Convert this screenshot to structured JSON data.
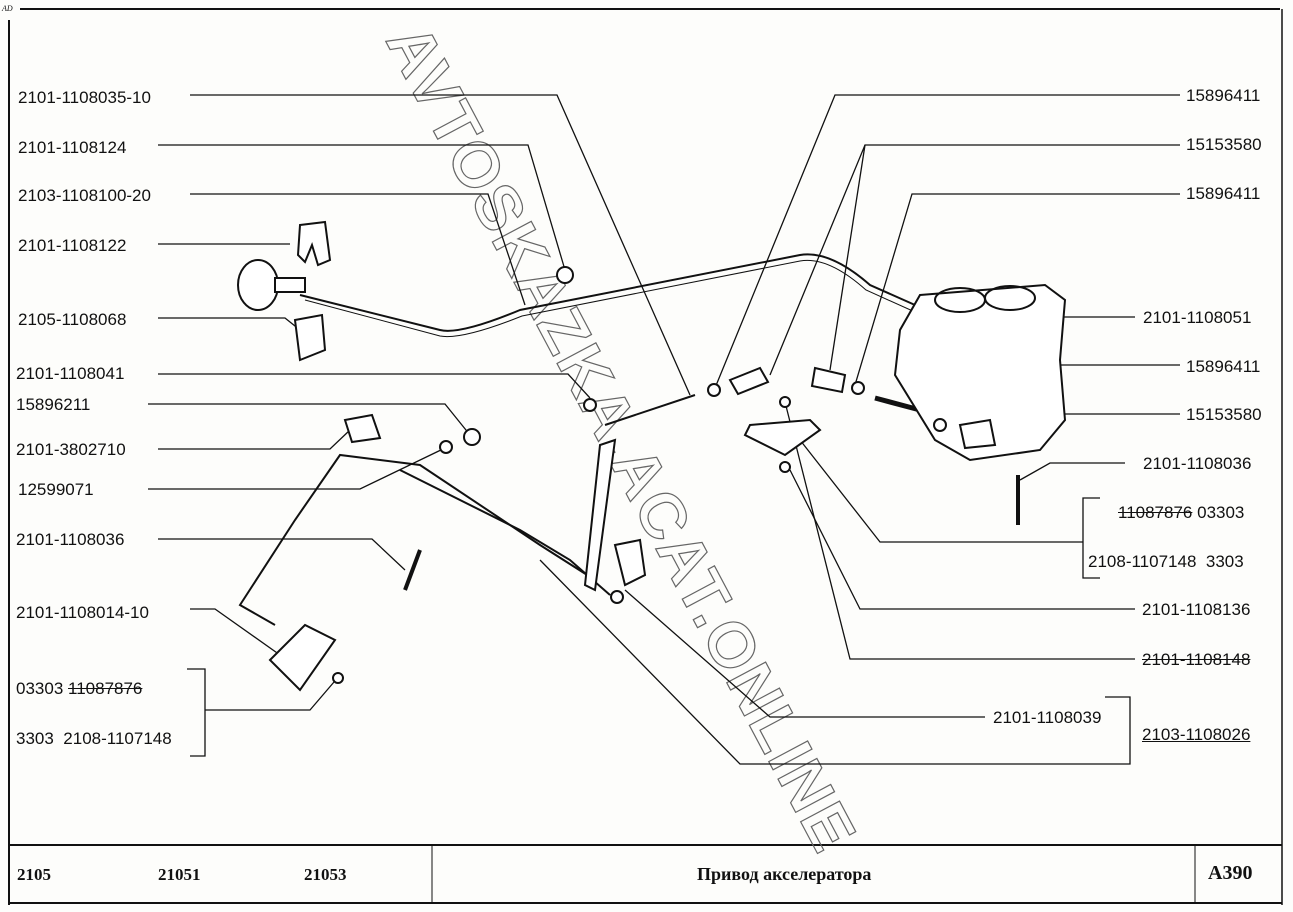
{
  "corner_mark": "AD",
  "watermark": "AVTOSKAZKA.ACAT.ONLINE",
  "footer": {
    "models": [
      "2105",
      "21051",
      "21053"
    ],
    "title": "Привод акселератора",
    "code": "A390"
  },
  "left_labels": [
    {
      "text": "2101-1108035-10"
    },
    {
      "text": "2101-1108124"
    },
    {
      "text": "2103-1108100-20"
    },
    {
      "text": "2101-1108122"
    },
    {
      "text": "2105-1108068"
    },
    {
      "text": "2101-1108041"
    },
    {
      "text": "15896211"
    },
    {
      "text": "2101-3802710"
    },
    {
      "text": "12599071"
    },
    {
      "text": "2101-1108036"
    },
    {
      "text": "2101-1108014-10"
    }
  ],
  "left_group": {
    "row1_prefix": "03303",
    "row1_struck": "11087876",
    "row2_prefix": "3303",
    "row2_value": "2108-1107148"
  },
  "right_labels": [
    {
      "text": "15896411"
    },
    {
      "text": "15153580"
    },
    {
      "text": "15896411"
    },
    {
      "text": "2101-1108051"
    },
    {
      "text": "15896411"
    },
    {
      "text": "15153580"
    },
    {
      "text": "2101-1108036"
    },
    {
      "text": "2101-1108136"
    },
    {
      "text": "2101-1108148",
      "struck": true
    }
  ],
  "right_group": {
    "row1_struck": "11087876",
    "row1_suffix": "03303",
    "row2_value": "2108-1107148",
    "row2_suffix": "3303"
  },
  "center_labels": {
    "bracket_label": "2101-1108039",
    "assembly_label": "2103-1108026"
  }
}
